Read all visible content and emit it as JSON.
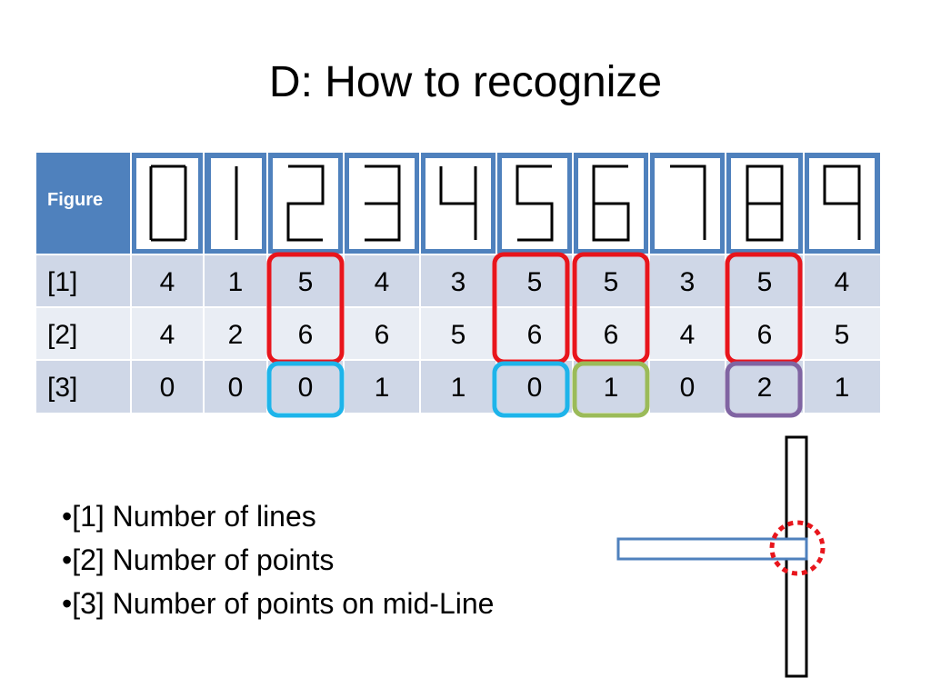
{
  "slide": {
    "title": "D: How to recognize"
  },
  "table": {
    "header_label": "Figure",
    "digits": [
      "0",
      "1",
      "2",
      "3",
      "4",
      "5",
      "6",
      "7",
      "8",
      "9"
    ],
    "rows": [
      {
        "label": "[1]",
        "values": [
          "4",
          "1",
          "5",
          "4",
          "3",
          "5",
          "5",
          "3",
          "5",
          "4"
        ]
      },
      {
        "label": "[2]",
        "values": [
          "4",
          "2",
          "6",
          "6",
          "5",
          "6",
          "6",
          "4",
          "6",
          "5"
        ]
      },
      {
        "label": "[3]",
        "values": [
          "0",
          "0",
          "0",
          "1",
          "1",
          "0",
          "1",
          "0",
          "2",
          "1"
        ]
      }
    ],
    "colors": {
      "header_bg": "#4F81BD",
      "row_dark": "#CFD7E7",
      "row_light": "#E9EDF4",
      "highlight_red": "#E8151C",
      "highlight_blue": "#1EB4EA",
      "highlight_green": "#9BBB59",
      "highlight_purple": "#8064A2"
    }
  },
  "bullets": [
    "[1] Number of lines",
    "[2] Number of points",
    "[3] Number of points on mid-Line"
  ],
  "diagram": {
    "bar_color": "#4F81BD",
    "marker_color": "#E8151C"
  }
}
